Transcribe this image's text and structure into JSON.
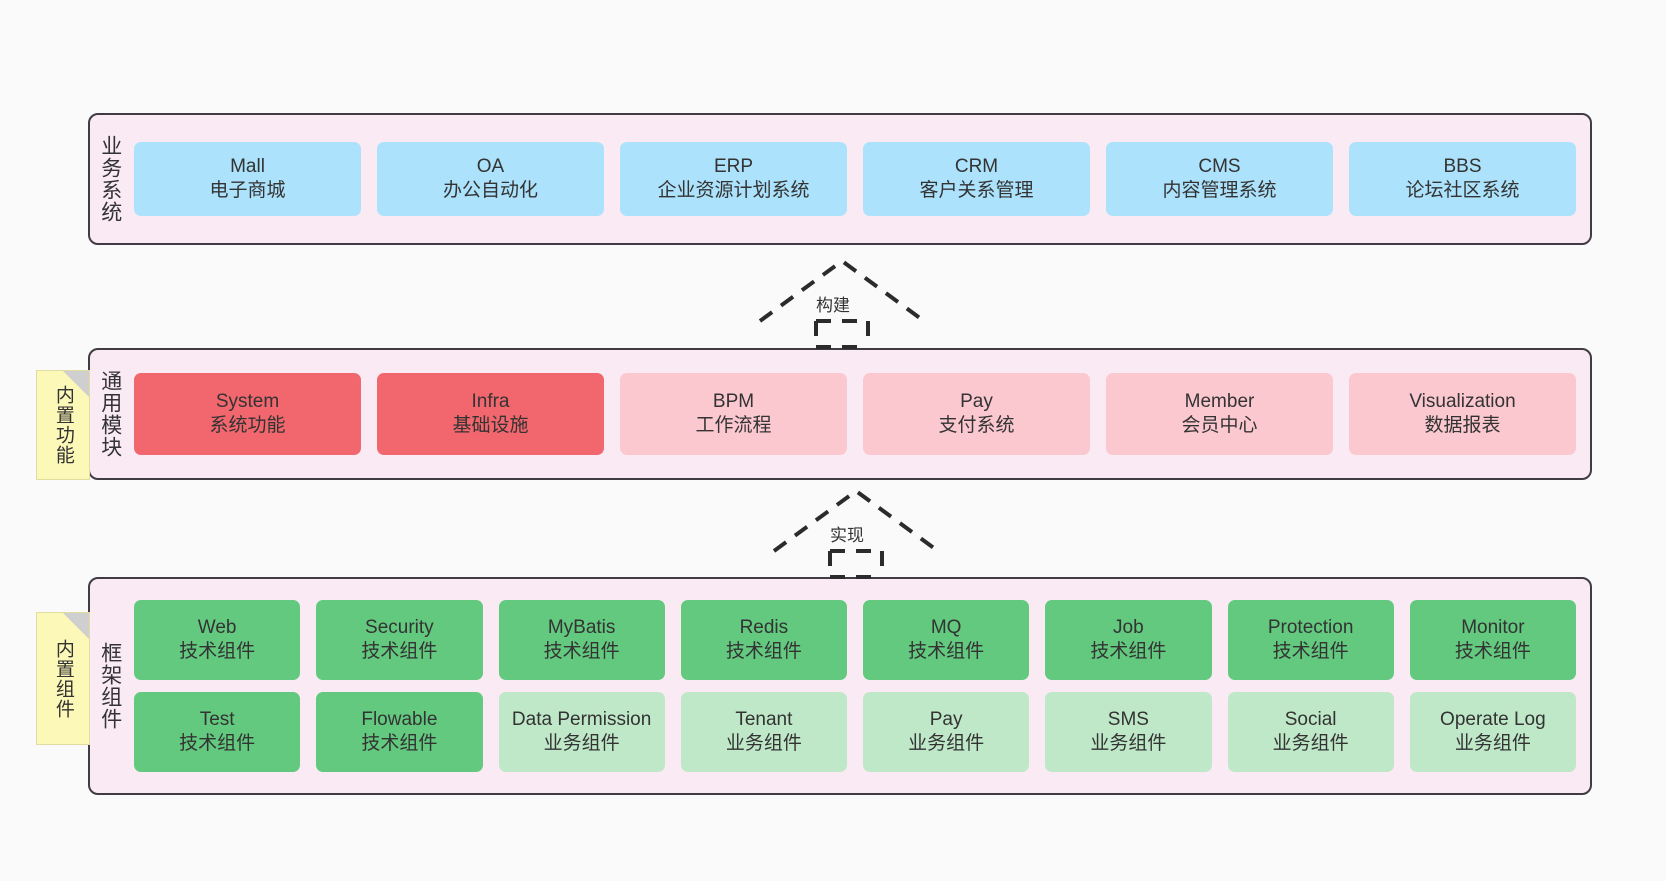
{
  "canvas": {
    "background": "#fafafa",
    "panel_fill": "#f9eaf4",
    "panel_border": "#413b44",
    "note_fill": "#fcf8b8",
    "note_fold": "#cfcfcf"
  },
  "notes": [
    {
      "id": "note-functions",
      "label": "内置功能"
    },
    {
      "id": "note-components",
      "label": "内置组件"
    }
  ],
  "connectors": [
    {
      "id": "connector-build",
      "label": "构建",
      "style": "dashed-hollow-triangle",
      "direction": "up"
    },
    {
      "id": "connector-impl",
      "label": "实现",
      "style": "dashed-hollow-triangle",
      "direction": "up"
    }
  ],
  "layers": [
    {
      "id": "layer-business",
      "title": "业务系统",
      "rows": [
        {
          "nodes": [
            {
              "name": "Mall",
              "desc": "电子商城",
              "color": "#ace2fb"
            },
            {
              "name": "OA",
              "desc": "办公自动化",
              "color": "#ace2fb"
            },
            {
              "name": "ERP",
              "desc": "企业资源计划系统",
              "color": "#ace2fb"
            },
            {
              "name": "CRM",
              "desc": "客户关系管理",
              "color": "#ace2fb"
            },
            {
              "name": "CMS",
              "desc": "内容管理系统",
              "color": "#ace2fb"
            },
            {
              "name": "BBS",
              "desc": "论坛社区系统",
              "color": "#ace2fb"
            }
          ]
        }
      ]
    },
    {
      "id": "layer-modules",
      "title": "通用模块",
      "rows": [
        {
          "nodes": [
            {
              "name": "System",
              "desc": "系统功能",
              "color": "#f2666e"
            },
            {
              "name": "Infra",
              "desc": "基础设施",
              "color": "#f2666e"
            },
            {
              "name": "BPM",
              "desc": "工作流程",
              "color": "#fbc8d0"
            },
            {
              "name": "Pay",
              "desc": "支付系统",
              "color": "#fbc8d0"
            },
            {
              "name": "Member",
              "desc": "会员中心",
              "color": "#fbc8d0"
            },
            {
              "name": "Visualization",
              "desc": "数据报表",
              "color": "#fbc8d0"
            }
          ]
        }
      ]
    },
    {
      "id": "layer-framework",
      "title": "框架组件",
      "rows": [
        {
          "nodes": [
            {
              "name": "Web",
              "desc": "技术组件",
              "color": "#62c97f"
            },
            {
              "name": "Security",
              "desc": "技术组件",
              "color": "#62c97f"
            },
            {
              "name": "MyBatis",
              "desc": "技术组件",
              "color": "#62c97f"
            },
            {
              "name": "Redis",
              "desc": "技术组件",
              "color": "#62c97f"
            },
            {
              "name": "MQ",
              "desc": "技术组件",
              "color": "#62c97f"
            },
            {
              "name": "Job",
              "desc": "技术组件",
              "color": "#62c97f"
            },
            {
              "name": "Protection",
              "desc": "技术组件",
              "color": "#62c97f"
            },
            {
              "name": "Monitor",
              "desc": "技术组件",
              "color": "#62c97f"
            }
          ]
        },
        {
          "nodes": [
            {
              "name": "Test",
              "desc": "技术组件",
              "color": "#62c97f"
            },
            {
              "name": "Flowable",
              "desc": "技术组件",
              "color": "#62c97f"
            },
            {
              "name": "Data Permission",
              "desc": "业务组件",
              "color": "#bfe8c8"
            },
            {
              "name": "Tenant",
              "desc": "业务组件",
              "color": "#bfe8c8"
            },
            {
              "name": "Pay",
              "desc": "业务组件",
              "color": "#bfe8c8"
            },
            {
              "name": "SMS",
              "desc": "业务组件",
              "color": "#bfe8c8"
            },
            {
              "name": "Social",
              "desc": "业务组件",
              "color": "#bfe8c8"
            },
            {
              "name": "Operate Log",
              "desc": "业务组件",
              "color": "#bfe8c8"
            }
          ]
        }
      ]
    }
  ]
}
